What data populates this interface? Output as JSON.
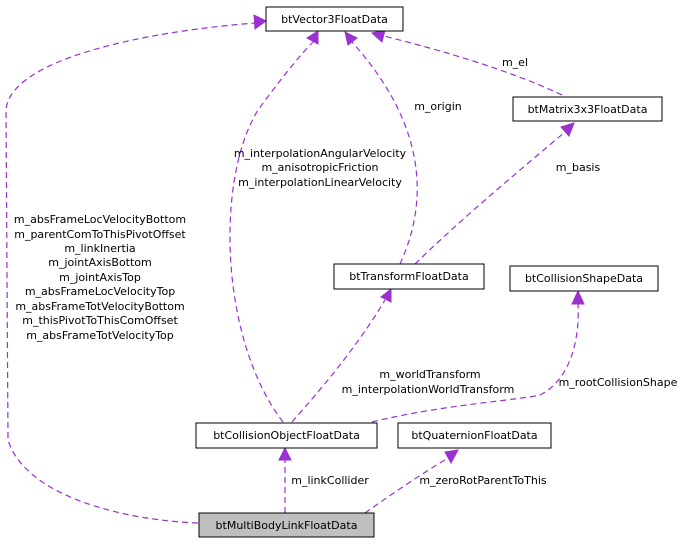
{
  "nodes": {
    "vector3": {
      "label": "btVector3FloatData"
    },
    "matrix3x3": {
      "label": "btMatrix3x3FloatData"
    },
    "transform": {
      "label": "btTransformFloatData"
    },
    "collision_shape": {
      "label": "btCollisionShapeData"
    },
    "collision_object": {
      "label": "btCollisionObjectFloatData"
    },
    "quaternion": {
      "label": "btQuaternionFloatData"
    },
    "multibody_link": {
      "label": "btMultiBodyLinkFloatData"
    }
  },
  "edges": {
    "link_to_vector3": {
      "labels": [
        "m_absFrameLocVelocityBottom",
        "m_parentComToThisPivotOffset",
        "m_linkInertia",
        "m_jointAxisBottom",
        "m_jointAxisTop",
        "m_absFrameLocVelocityTop",
        "m_absFrameTotVelocityBottom",
        "m_thisPivotToThisComOffset",
        "m_absFrameTotVelocityTop"
      ]
    },
    "collobj_to_vector3": {
      "labels": [
        "m_interpolationAngularVelocity",
        "m_anisotropicFriction",
        "m_interpolationLinearVelocity"
      ]
    },
    "transform_to_vector3": {
      "labels": [
        "m_origin"
      ]
    },
    "matrix_to_vector3": {
      "labels": [
        "m_el"
      ]
    },
    "transform_to_matrix": {
      "labels": [
        "m_basis"
      ]
    },
    "collobj_to_transform": {
      "labels": [
        "m_worldTransform",
        "m_interpolationWorldTransform"
      ]
    },
    "collobj_to_shape": {
      "labels": [
        "m_rootCollisionShape"
      ]
    },
    "link_to_collobj": {
      "labels": [
        "m_linkCollider"
      ]
    },
    "link_to_quaternion": {
      "labels": [
        "m_zeroRotParentToThis"
      ]
    }
  },
  "colors": {
    "edge": "#9a32cd",
    "node_border": "#000000",
    "focus_fill": "#bfbfbf",
    "background": "#ffffff"
  }
}
